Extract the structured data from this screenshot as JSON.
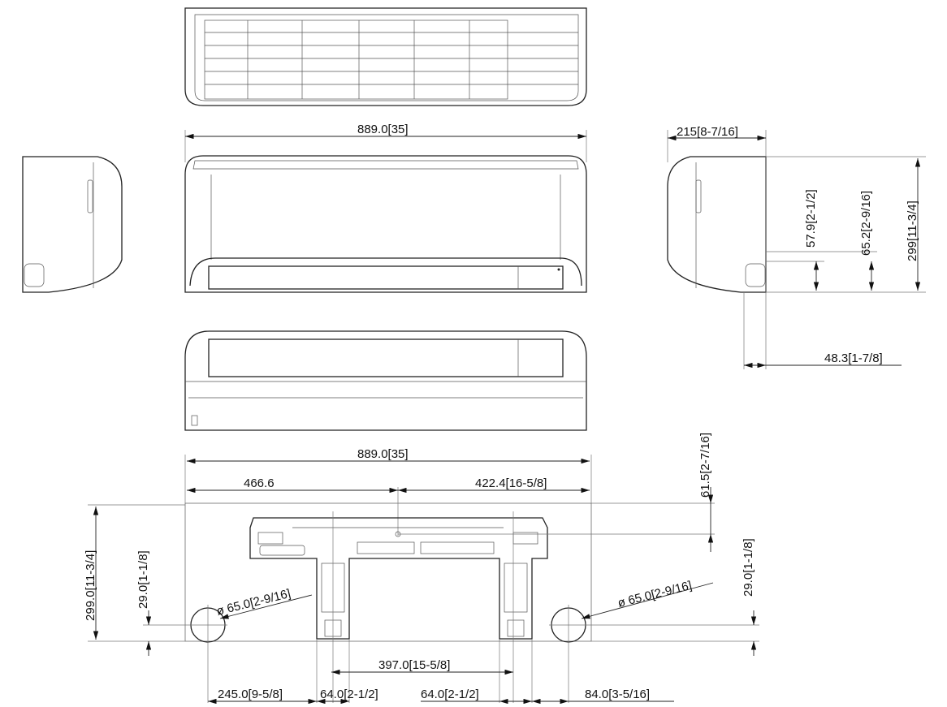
{
  "dimensions": {
    "front_width": "889.0[35]",
    "side_depth": "215[8-7/16]",
    "side_pipe_height": "57.9[2-1/2]",
    "side_drain_height": "65.2[2-9/16]",
    "side_height": "299[11-3/4]",
    "side_pipe_offset": "48.3[1-7/8]",
    "plate_width": "889.0[35]",
    "plate_left": "466.6",
    "plate_right": "422.4[16-5/8]",
    "plate_top_offset": "61.5[2-7/16]",
    "plate_height": "299.0[11-3/4]",
    "left_hole_height": "29.0[1-1/8]",
    "right_hole_height": "29.0[1-1/8]",
    "left_hole_diameter": "ø 65.0[2-9/16]",
    "right_hole_diameter": "ø 65.0[2-9/16]",
    "leg_spacing": "397.0[15-5/8]",
    "left_hole_offset": "245.0[9-5/8]",
    "left_leg_width": "64.0[2-1/2]",
    "right_leg_width": "64.0[2-1/2]",
    "right_hole_offset": "84.0[3-5/16]"
  }
}
